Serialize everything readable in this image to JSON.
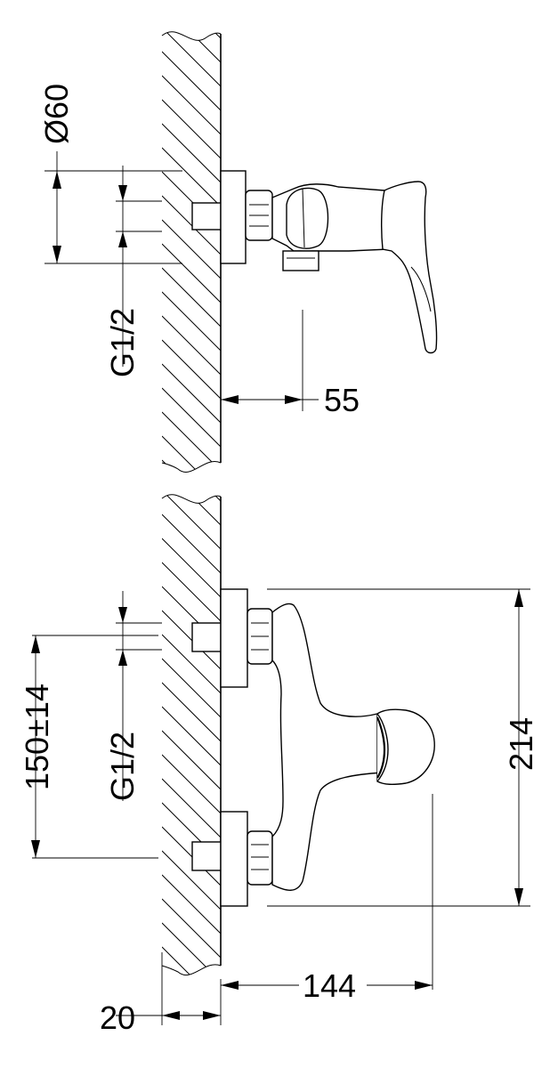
{
  "top_view": {
    "diameter_label": "Ø60",
    "thread_label": "G1/2",
    "depth_label": "55"
  },
  "front_view": {
    "spacing_label": "150±14",
    "thread_label": "G1/2",
    "height_label": "214",
    "projection_label": "144",
    "wall_label": "20"
  }
}
